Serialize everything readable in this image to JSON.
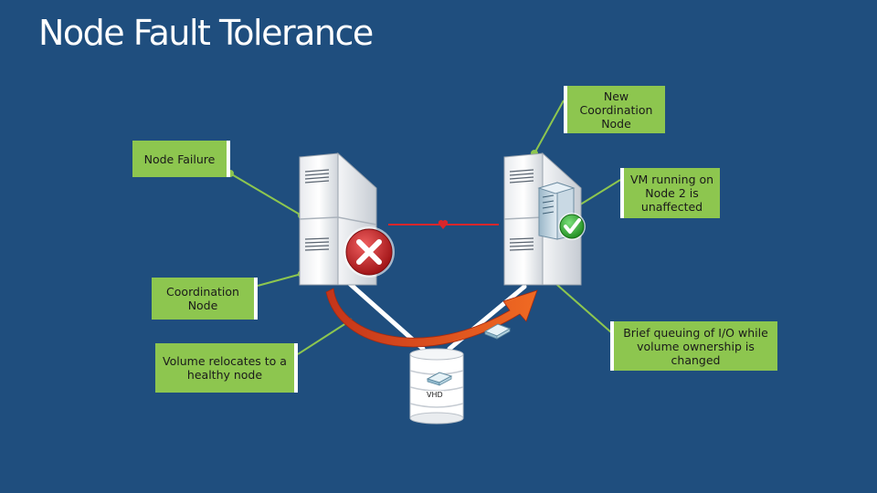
{
  "slide": {
    "title": "Node Fault Tolerance"
  },
  "callouts": {
    "new_coordination_node": "New Coordination Node",
    "node_failure": "Node Failure",
    "vm_running": "VM running on Node 2 is unaffected",
    "coordination_node": "Coordination Node",
    "volume_relocates": "Volume relocates to a healthy node",
    "brief_queuing": "Brief queuing of I/O while volume ownership is changed"
  },
  "storage": {
    "label": "VHD"
  },
  "colors": {
    "background": "#1f4e7e",
    "callout_fill": "#8dc64f",
    "leader_line": "#8dc64f",
    "failure_x": "#c0161b",
    "success_check": "#2fa32f",
    "heartbeat_line": "#d9262b",
    "relocate_arrow": "#e04a1c"
  },
  "icons": {
    "failed_status": "x-circle-icon",
    "ok_status": "check-circle-icon",
    "vm": "vm-server-icon",
    "disk": "disk-icon",
    "heartbeat": "heart-icon"
  }
}
